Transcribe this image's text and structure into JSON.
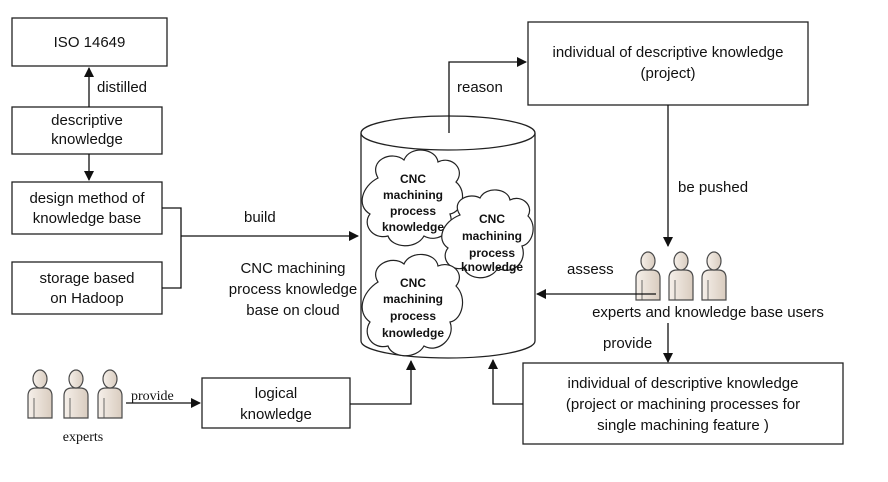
{
  "boxes": {
    "iso": "ISO 14649",
    "descriptive": [
      "descriptive",
      "knowledge"
    ],
    "design_method": [
      "design method of",
      "knowledge base"
    ],
    "storage": [
      "storage based",
      "on Hadoop"
    ],
    "individual_project": [
      "individual of descriptive knowledge",
      "(project)"
    ],
    "logical": [
      "logical",
      "knowledge"
    ],
    "individual_processes": [
      "individual of descriptive knowledge",
      "(project or machining processes for",
      "single machining feature )"
    ]
  },
  "edges": {
    "distilled": "distilled",
    "build": "build",
    "reason": "reason",
    "be_pushed": "be pushed",
    "assess": "assess",
    "provide_right": "provide",
    "provide_left": "provide"
  },
  "clouds": [
    [
      "CNC",
      "machining",
      "process",
      "knowledge"
    ],
    [
      "CNC",
      "machining",
      "process",
      "knowledge"
    ],
    [
      "CNC",
      "machining",
      "process",
      "knowledge"
    ]
  ],
  "cylinder_caption": [
    "CNC machining",
    "process knowledge",
    "base on cloud"
  ],
  "people": {
    "experts_users_label": "experts and knowledge base users",
    "experts_label": "experts"
  },
  "colors": {
    "person_fill": "#ece3da",
    "person_stroke": "#4a4a4a",
    "line": "#111111"
  },
  "icons": {
    "person": "person-icon"
  }
}
